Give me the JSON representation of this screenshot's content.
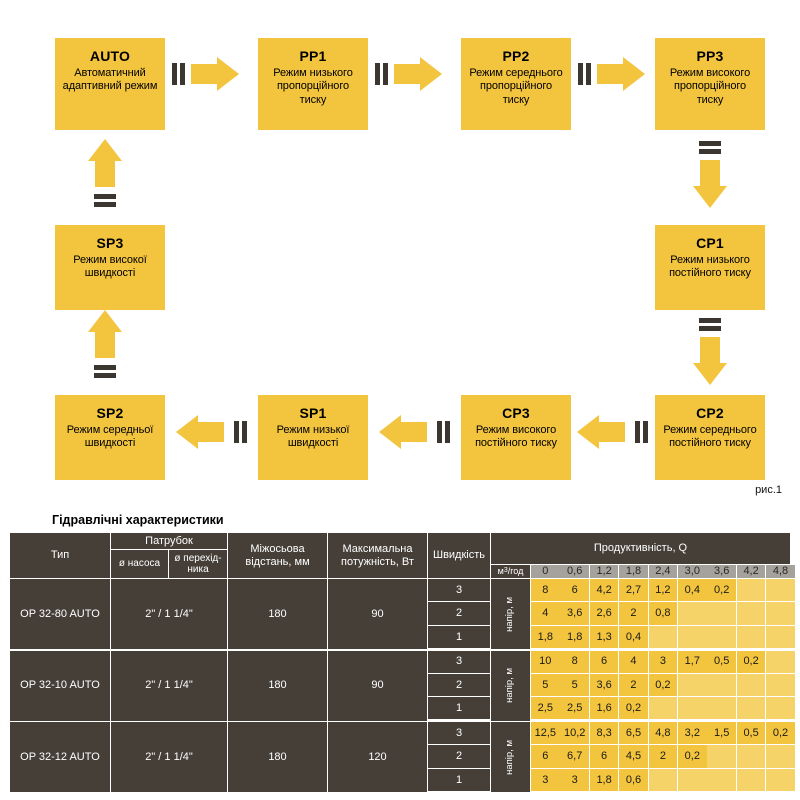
{
  "figure": {
    "caption": "рис.1",
    "accent_color": "#f3c53f",
    "mark_color": "#3b362f",
    "nodes": [
      {
        "id": "auto",
        "code": "AUTO",
        "desc": "Автоматичний\nадаптивний режим"
      },
      {
        "id": "pp1",
        "code": "PP1",
        "desc": "Режим низького\nпропорційного\nтиску"
      },
      {
        "id": "pp2",
        "code": "PP2",
        "desc": "Режим середнього\nпропорційного\nтиску"
      },
      {
        "id": "pp3",
        "code": "PP3",
        "desc": "Режим високого\nпропорційного\nтиску"
      },
      {
        "id": "cp1",
        "code": "CP1",
        "desc": "Режим низького\nпостійного тиску"
      },
      {
        "id": "cp2",
        "code": "CP2",
        "desc": "Режим середнього\nпостійного тиску"
      },
      {
        "id": "cp3",
        "code": "CP3",
        "desc": "Режим високого\nпостійного тиску"
      },
      {
        "id": "sp1",
        "code": "SP1",
        "desc": "Режим низької\nшвидкості"
      },
      {
        "id": "sp2",
        "code": "SP2",
        "desc": "Режим середньої\nшвидкості"
      },
      {
        "id": "sp3",
        "code": "SP3",
        "desc": "Режим високої\nшвидкості"
      }
    ]
  },
  "table": {
    "title": "Гідравлічні характеристики",
    "headers": {
      "type": "Тип",
      "port_group": "Патрубок",
      "port_pump": "ø насоса",
      "port_adapter": "ø перехід-\nника",
      "axial_distance": "Міжосьова\nвідстань, мм",
      "max_power": "Максимальна\nпотужність, Вт",
      "speed": "Швидкість",
      "productivity": "Продуктивність, Q",
      "flow_unit": "м3/год",
      "head_unit": "напір, м"
    },
    "flow_values": [
      "0",
      "0,6",
      "1,2",
      "1,8",
      "2,4",
      "3,0",
      "3,6",
      "4,2",
      "4,8"
    ],
    "rows": [
      {
        "type": "OP 32-80 AUTO",
        "port": "2\" / 1 1/4\"",
        "axial_distance": "180",
        "max_power": "90",
        "speeds": [
          {
            "speed": "3",
            "head": [
              "8",
              "6",
              "4,2",
              "2,7",
              "1,2",
              "0,4",
              "0,2",
              "",
              ""
            ]
          },
          {
            "speed": "2",
            "head": [
              "4",
              "3,6",
              "2,6",
              "2",
              "0,8",
              "",
              "",
              "",
              ""
            ]
          },
          {
            "speed": "1",
            "head": [
              "1,8",
              "1,8",
              "1,3",
              "0,4",
              "",
              "",
              "",
              "",
              ""
            ]
          }
        ]
      },
      {
        "type": "OP 32-10 AUTO",
        "port": "2\" / 1 1/4\"",
        "axial_distance": "180",
        "max_power": "90",
        "speeds": [
          {
            "speed": "3",
            "head": [
              "10",
              "8",
              "6",
              "4",
              "3",
              "1,7",
              "0,5",
              "0,2",
              ""
            ]
          },
          {
            "speed": "2",
            "head": [
              "5",
              "5",
              "3,6",
              "2",
              "0,2",
              "",
              "",
              "",
              ""
            ]
          },
          {
            "speed": "1",
            "head": [
              "2,5",
              "2,5",
              "1,6",
              "0,2",
              "",
              "",
              "",
              "",
              ""
            ]
          }
        ]
      },
      {
        "type": "OP 32-12 AUTO",
        "port": "2\" / 1 1/4\"",
        "axial_distance": "180",
        "max_power": "120",
        "speeds": [
          {
            "speed": "3",
            "head": [
              "12,5",
              "10,2",
              "8,3",
              "6,5",
              "4,8",
              "3,2",
              "1,5",
              "0,5",
              "0,2"
            ]
          },
          {
            "speed": "2",
            "head": [
              "6",
              "6,7",
              "6",
              "4,5",
              "2",
              "0,2",
              "",
              "",
              ""
            ]
          },
          {
            "speed": "1",
            "head": [
              "3",
              "3",
              "1,8",
              "0,6",
              "",
              "",
              "",
              "",
              ""
            ]
          }
        ]
      }
    ]
  }
}
